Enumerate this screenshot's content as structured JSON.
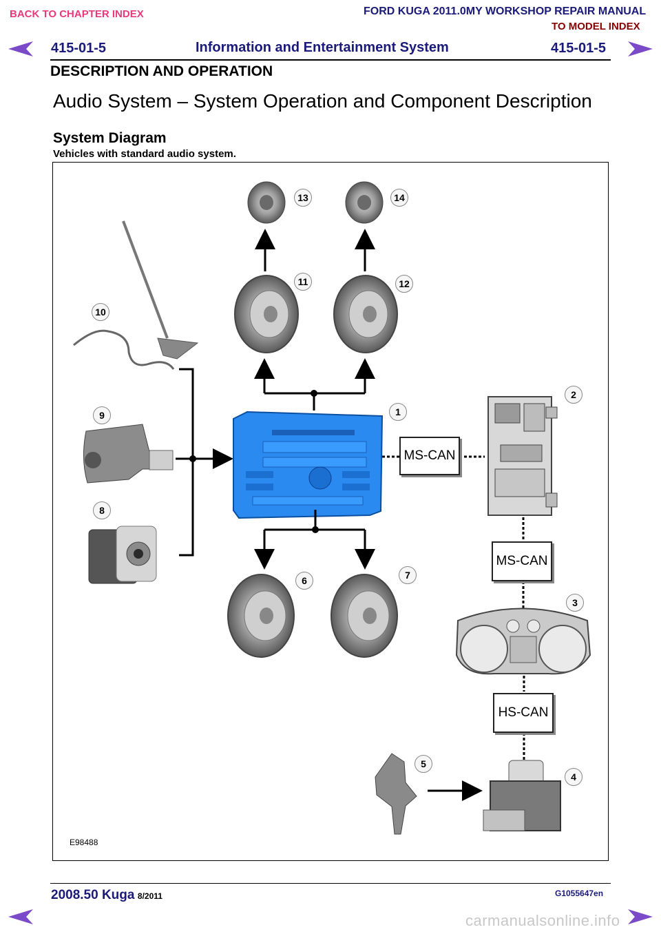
{
  "nav": {
    "back_chapter": "BACK TO CHAPTER INDEX",
    "manual_title": "FORD KUGA 2011.0MY WORKSHOP REPAIR MANUAL",
    "model_index": "TO MODEL INDEX"
  },
  "header": {
    "page_left": "415-01-5",
    "title": "Information and Entertainment System",
    "page_right": "415-01-5",
    "section": "DESCRIPTION AND OPERATION"
  },
  "doc": {
    "title": "Audio System – System Operation and Component Description",
    "subtitle": "System Diagram",
    "caption": "Vehicles with standard audio system."
  },
  "diagram": {
    "figure_id": "E98488",
    "bus_labels": {
      "ms_can_1": "MS-CAN",
      "ms_can_2": "MS-CAN",
      "hs_can": "HS-CAN"
    },
    "callouts": [
      "1",
      "2",
      "3",
      "4",
      "5",
      "6",
      "7",
      "8",
      "9",
      "10",
      "11",
      "12",
      "13",
      "14"
    ]
  },
  "footer": {
    "model": "2008.50 Kuga",
    "date": "8/2011",
    "code": "G1055647en"
  },
  "watermark": "carmanualsonline.info",
  "colors": {
    "link_red": "#8a0000",
    "back_link": "#e83a7a",
    "header_blue": "#1a1a7a",
    "radio_blue": "#2a8af0",
    "nav_arrow": "#7a4ac8"
  }
}
